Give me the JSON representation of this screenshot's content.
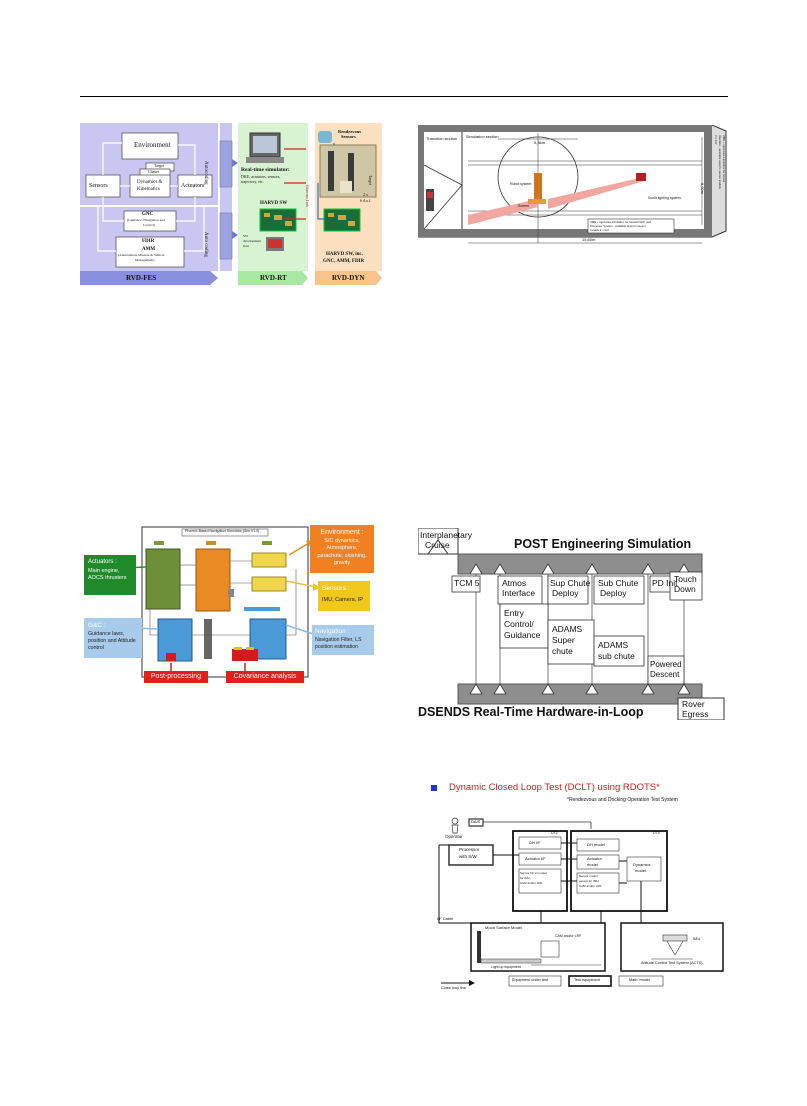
{
  "fig1": {
    "environment": "Environment",
    "target": "Target",
    "chaser": "Chaser",
    "sensors": "Sensors",
    "dynamics": "Dynamics &",
    "kinematics": "Kinematics",
    "actuators": "Actuators",
    "gnc": "GNC",
    "gnc_sub1": "(Guidance, Navigation and",
    "gnc_sub2": "Control)",
    "fdir": "FDIR",
    "amm": "AMM",
    "amm_sub1": "(Autonomous Mission & Vehicle",
    "amm_sub2": "Management)",
    "autocoding": "Autocoding",
    "auto_coding": "Auto coding",
    "rt_sim_title": "Real-time simulator:",
    "rt_sim_desc1": "DKE, actuators, sensors,",
    "rt_sim_desc2": "trajectory, etc.",
    "harvd_sw": "HARVD SW",
    "sw_dev_host1": "SW",
    "sw_dev_host2": "development",
    "sw_dev_host3": "host",
    "rvd_sensors1": "Rendezvous",
    "rvd_sensors2": "Sensors",
    "target_label": "Target",
    "ethernet": "Ethernet Link",
    "dof": "2 x",
    "dof2": "6 d.o.f.",
    "harvd_sw_inc1": "HARVD SW, inc.",
    "harvd_sw_inc2": "GNC, AMM, FDIR",
    "rvd_fes": "RVD-FES",
    "rvd_rt": "RVD-RT",
    "rvd_dyn": "RVD-DYN"
  },
  "fig2": {
    "transition_section": "Transition section",
    "simulation_section": "Simulation section",
    "dim_diameter": "5,36m",
    "dim_length": "15,60m",
    "dim_height": "6,00m",
    "robot_system": "Robot system",
    "sunlit_lighting": "Sunlit lighting system",
    "screen": "Screen",
    "note1": "VME + rigid area simulation for forward GNC and",
    "note2": "Processor System - available area for sensor",
    "note3": "models 2 x 1m²",
    "side1": "VME + rigid area simulation for sensor",
    "side2": "Interface - available area for sensor models",
    "side3": "2 x 1m²"
  },
  "fig3": {
    "header": "Phoenix Based Navigation Simulator (Sim V1.0)",
    "environment_title": "Environment :",
    "environment_body": "S/C dynamics, Atmosphere, parachute, sloshing, gravity",
    "actuators_title": "Actuators :",
    "actuators_body": "Main engine, AOCS thrusters",
    "sensors_title": "Sensors :",
    "sensors_body": "IMU, Camera, IP",
    "gc_title": "G&C :",
    "gc_body": "Guidance laws, position and Attitude control",
    "navigation_title": "Navigation :",
    "navigation_body": "Navigation Filter, LS position estimation",
    "post_processing": "Post-processing",
    "covariance": "Covariance analysis"
  },
  "fig4": {
    "interplanetary1": "Interplanetary",
    "interplanetary2": "Cruise",
    "post_title": "POST Engineering Simulation",
    "tcm": "TCM 5",
    "atmos1": "Atmos",
    "atmos2": "Interface",
    "sup1": "Sup Chute",
    "sup2": "Deploy",
    "sub1": "Sub Chute",
    "sub2": "Deploy",
    "pd": "PD Init",
    "touch1": "Touch",
    "touch2": "Down",
    "entry1": "Entry",
    "entry2": "Control/",
    "entry3": "Guidance",
    "adams_super1": "ADAMS",
    "adams_super2": "Super",
    "adams_super3": "chute",
    "adams_sub1": "ADAMS",
    "adams_sub2": "sub chute",
    "powered1": "Powered",
    "powered2": "Descent",
    "dsends_title": "DSENDS Real-Time Hardware-in-Loop",
    "rover1": "Rover",
    "rover2": "Egress"
  },
  "fig5": {
    "heading": "Dynamic Closed Loop Test (DCLT) using RDOTS*",
    "footnote": "*Rendezvous and Docking Operation Test System",
    "operator": "Operator",
    "dais": "DAIS",
    "processor1": "Processor",
    "processor2": "with S/W",
    "dtz": "DTZ",
    "dh_if": "DH I/F",
    "actuator_if": "Actuator I/F",
    "sensor_if1": "Sensor I/F w/ model",
    "sensor_if2": "for IMU,",
    "sensor_if3": "CAM and/or LRF",
    "dts": "DTS",
    "dh_model": "DH model",
    "actuator_model1": "Actuator",
    "actuator_model2": "model",
    "dynamics_model1": "Dynamics",
    "dynamics_model2": "model",
    "sensor_model1": "Sensor model",
    "sensor_model2": "except for IMU,",
    "sensor_model3": "CAM and/or LRF",
    "if_cable": "I/F Cable",
    "moon_surface": "Moon Surface Model",
    "cam_lrf": "CAM and/or LRF",
    "light_up": "Light up equipment",
    "imu": "IMU",
    "acts": "Attitude Control Test System (ACTS)",
    "legend_loop": "Close loop line",
    "legend_equipment": "Equipment under test",
    "legend_test": "Test equipment",
    "legend_math": "Math. model"
  }
}
